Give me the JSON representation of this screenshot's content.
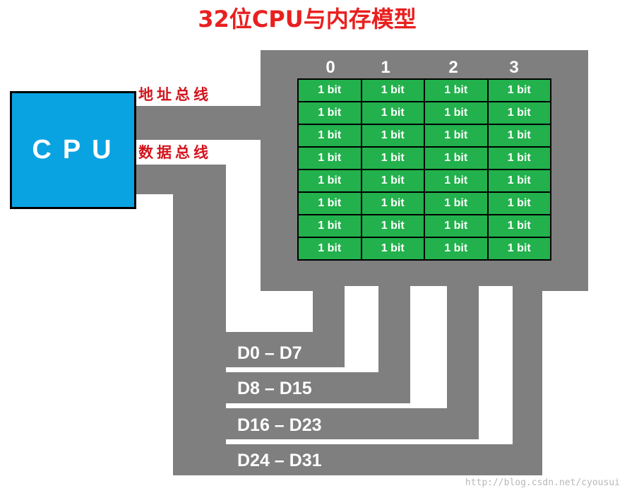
{
  "title": "32位CPU与内存模型",
  "cpu": {
    "label": "CPU"
  },
  "buses": {
    "address_label": "地址总线",
    "data_label": "数据总线"
  },
  "memory": {
    "column_indices": [
      "0",
      "1",
      "2",
      "3"
    ],
    "rows": [
      [
        "1 bit",
        "1 bit",
        "1 bit",
        "1 bit"
      ],
      [
        "1 bit",
        "1 bit",
        "1 bit",
        "1 bit"
      ],
      [
        "1 bit",
        "1 bit",
        "1 bit",
        "1 bit"
      ],
      [
        "1 bit",
        "1 bit",
        "1 bit",
        "1 bit"
      ],
      [
        "1 bit",
        "1 bit",
        "1 bit",
        "1 bit"
      ],
      [
        "1 bit",
        "1 bit",
        "1 bit",
        "1 bit"
      ],
      [
        "1 bit",
        "1 bit",
        "1 bit",
        "1 bit"
      ],
      [
        "1 bit",
        "1 bit",
        "1 bit",
        "1 bit"
      ]
    ]
  },
  "data_lines": [
    "D0 – D7",
    "D8 – D15",
    "D16 – D23",
    "D24 – D31"
  ],
  "watermark": "http://blog.csdn.net/cyousui",
  "colors": {
    "title": "#e8201f",
    "cpu_fill": "#0aa3e2",
    "bus_gray": "#7f7f7f",
    "cell_green": "#22b14c",
    "bus_label_red": "#d3141d"
  }
}
